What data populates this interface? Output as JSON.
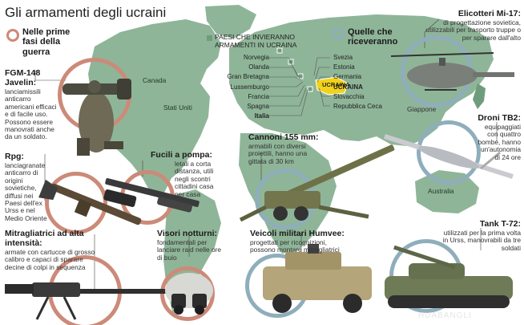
{
  "title": "Gli armamenti degli ucraini",
  "legend": {
    "early": "Nelle prime fasi della guerra",
    "later": "Quelle che riceveranno",
    "winter": "PAESI CHE INVIERANNO ARMAMENTI IN UCRAINA"
  },
  "map_labels": {
    "canada": "Canada",
    "usa": "Stati Uniti",
    "japan": "Giappone",
    "australia": "Australia",
    "ukraine": "UCRAINA"
  },
  "countries_left": [
    "Norvegia",
    "Olanda",
    "Gran Bretagna",
    "Lussemburgo",
    "Francia",
    "Spagna",
    "Italia"
  ],
  "countries_right": [
    "Svezia",
    "Estonia",
    "Germania",
    "UCRAINA",
    "Slovacchia",
    "Repubblica Ceca"
  ],
  "weapons": {
    "javelin": {
      "name": "FGM-148 Javelin:",
      "desc": "lanciamissili anticarro americani efficaci e di facile uso. Possono essere manovrati anche da un soldato."
    },
    "rpg": {
      "name": "Rpg:",
      "desc": "lanciagranate anticarro di origini sovietiche, diffusi nei Paesi dell'ex Urss e nel Medio Oriente"
    },
    "shotgun": {
      "name": "Fucili a pompa:",
      "desc": "letali a corta distanza, utili negli scontri cittadini casa per casa"
    },
    "mg": {
      "name": "Mitragliatrici ad alta intensità:",
      "desc": "armate con cartucce di grosso calibro e capaci di sparare decine di colpi in sequenza"
    },
    "nv": {
      "name": "Visori notturni:",
      "desc": "fondamentali per lanciare raid nelle ore di buio"
    },
    "cannon": {
      "name": "Cannoni 155 mm:",
      "desc": "armabili con diversi proiettili, hanno una gittata di 30 km"
    },
    "humvee": {
      "name": "Veicoli militari Humvee:",
      "desc": "progettati per ricognizioni, possono montare mitragliatrici"
    },
    "mi17": {
      "name": "Elicotteri Mi-17:",
      "desc": "di progettazione sovietica, utilizzabili per trasporto truppe o per sparare dall'alto"
    },
    "tb2": {
      "name": "Droni TB2:",
      "desc": "equipaggiati con quattro bombe, hanno un'autonomia di 24 ore"
    },
    "t72": {
      "name": "Tank T-72:",
      "desc": "utilizzati per la prima volta in Urss, manovrabili da tre soldati"
    }
  },
  "watermark": "HUABANGLI",
  "colors": {
    "land": "#8fb598",
    "land_dark": "#6f9d7b",
    "ukraine": "#f2d21a",
    "red_ring": "#cc8a78",
    "blue_ring": "#8faebc"
  }
}
